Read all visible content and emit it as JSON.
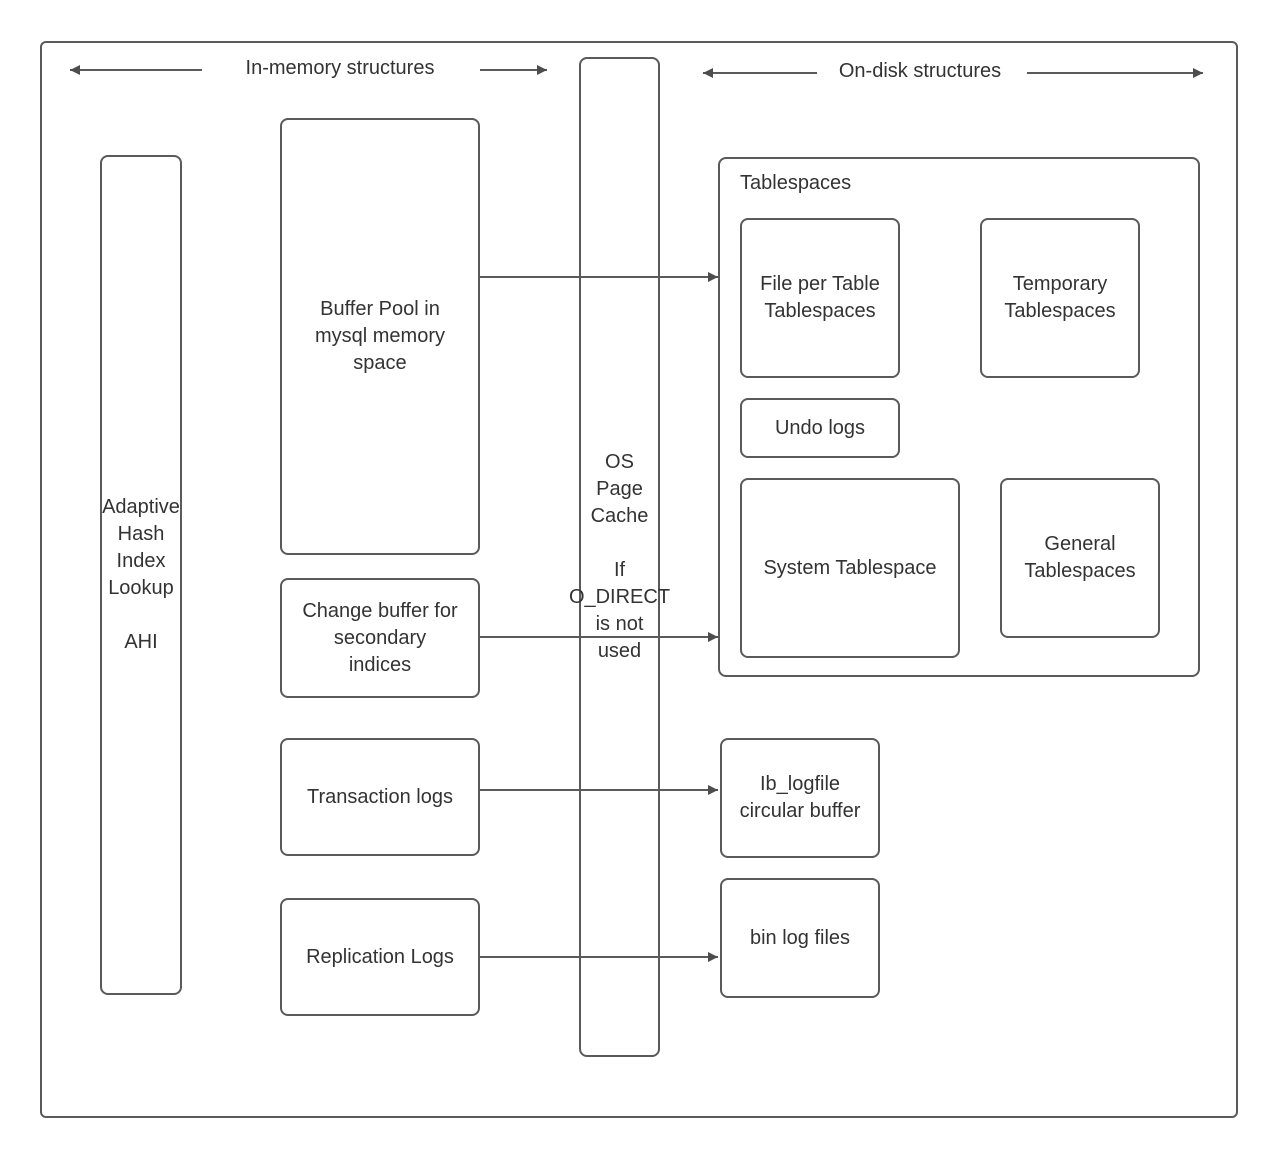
{
  "title": "InnoDB memory and disk structures diagram",
  "colors": {
    "stroke": "#5a5a5a",
    "text": "#333333",
    "background": "#ffffff"
  },
  "headers": {
    "in_memory": "In-memory structures",
    "on_disk": "On-disk structures"
  },
  "nodes": {
    "adaptive_hash": "Adaptive\nHash\nIndex\nLookup\n\nAHI",
    "buffer_pool": "Buffer Pool in\nmysql memory\nspace",
    "change_buffer": "Change buffer for\nsecondary\nindices",
    "transaction_logs": "Transaction logs",
    "replication_logs": "Replication Logs",
    "os_page_cache": "OS\nPage\nCache\n\nIf\nO_DIRECT\nis not\nused",
    "tablespaces_label": "Tablespaces",
    "file_per_table": "File per Table\nTablespaces",
    "temporary": "Temporary\nTablespaces",
    "undo_logs": "Undo logs",
    "system_tablespace": "System Tablespace",
    "general_tablespaces": "General\nTablespaces",
    "ib_logfile": "Ib_logfile\ncircular buffer",
    "bin_log_files": "bin log files"
  },
  "connections": [
    {
      "from": "buffer_pool",
      "to": "tablespaces"
    },
    {
      "from": "change_buffer",
      "to": "tablespaces"
    },
    {
      "from": "transaction_logs",
      "to": "ib_logfile"
    },
    {
      "from": "replication_logs",
      "to": "bin_log_files"
    }
  ]
}
